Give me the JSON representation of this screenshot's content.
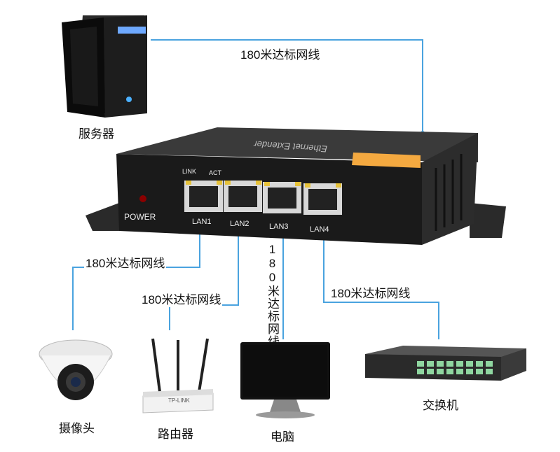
{
  "cable_label": "180米达标网线",
  "devices": {
    "server": "服务器",
    "camera": "摄像头",
    "router": "路由器",
    "computer": "电脑",
    "switch": "交换机"
  },
  "extender": {
    "top_label": "Ethernet Extender",
    "power": "POWER",
    "link": "LINK",
    "act": "ACT",
    "ports": [
      "LAN1",
      "LAN2",
      "LAN3",
      "LAN4"
    ]
  },
  "router_brand": "TP-LINK"
}
